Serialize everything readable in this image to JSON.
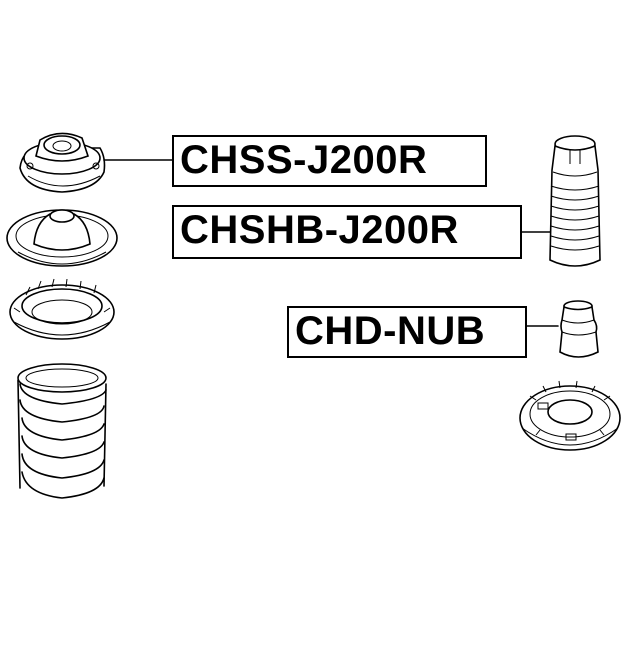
{
  "labels": {
    "chss": "CHSS-J200R",
    "chshb": "CHSHB-J200R",
    "chd": "CHD-NUB"
  }
}
